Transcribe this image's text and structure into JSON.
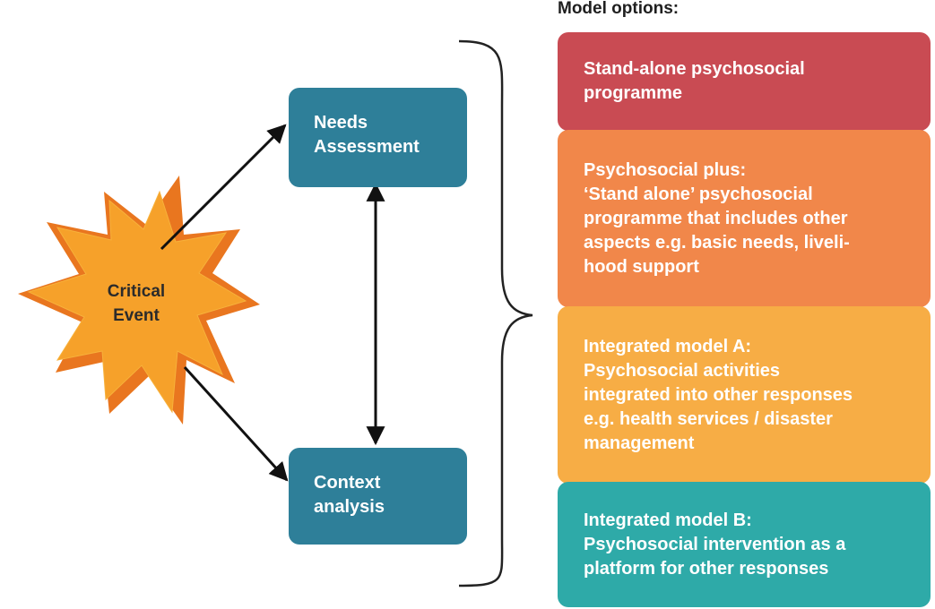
{
  "header": "Model options:",
  "event": {
    "line1": "Critical",
    "line2": "Event"
  },
  "needs_assessment": {
    "line1": "Needs",
    "line2": "Assessment"
  },
  "context_analysis": {
    "line1": "Context",
    "line2": "analysis"
  },
  "options": [
    {
      "lines": [
        "Stand-alone psychosocial",
        "programme"
      ],
      "color": "#c94b53"
    },
    {
      "lines": [
        "Psychosocial plus:",
        "‘Stand alone’ psychosocial",
        "programme that includes other",
        "aspects e.g. basic needs, liveli-",
        "hood support"
      ],
      "color": "#f1874a"
    },
    {
      "lines": [
        "Integrated model A:",
        "Psychosocial activities",
        "integrated into other responses",
        "e.g. health services / disaster",
        "management"
      ],
      "color": "#f7ad45"
    },
    {
      "lines": [
        "Integrated model B:",
        "Psychosocial intervention as a",
        "platform for other responses"
      ],
      "color": "#2eaaa8"
    }
  ],
  "colors": {
    "flow_box": "#2e7f99",
    "star_outer": "#e9761f",
    "star_inner": "#f6a12a",
    "arrow": "#111111"
  }
}
